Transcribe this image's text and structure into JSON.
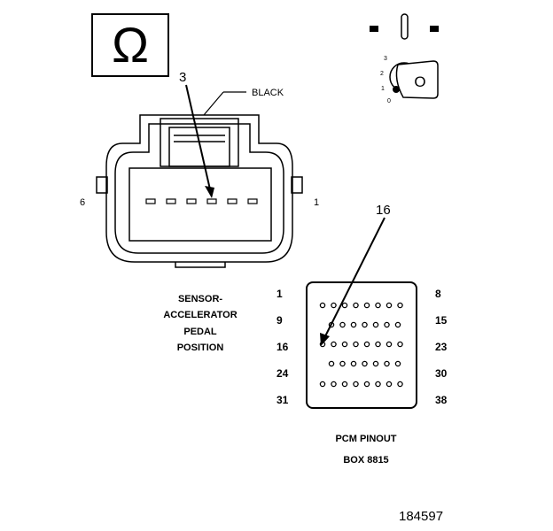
{
  "meter": {
    "symbol": "Ω",
    "icon": "ohmmeter-icon"
  },
  "key_switch": {
    "positions": [
      "3",
      "2",
      "1",
      "0"
    ],
    "icon": "ignition-key-icon"
  },
  "connector": {
    "callout": "3",
    "wire_color": "BLACK",
    "pin_left": "6",
    "pin_right": "1"
  },
  "sensor_label": [
    "SENSOR-",
    "ACCELERATOR",
    "PEDAL",
    "POSITION"
  ],
  "pcm": {
    "callout": "16",
    "row_labels_left": [
      "1",
      "9",
      "16",
      "24",
      "31"
    ],
    "row_labels_right": [
      "8",
      "15",
      "23",
      "30",
      "38"
    ],
    "title": "PCM PINOUT",
    "box": "BOX 8815"
  },
  "figure_number": "184597"
}
